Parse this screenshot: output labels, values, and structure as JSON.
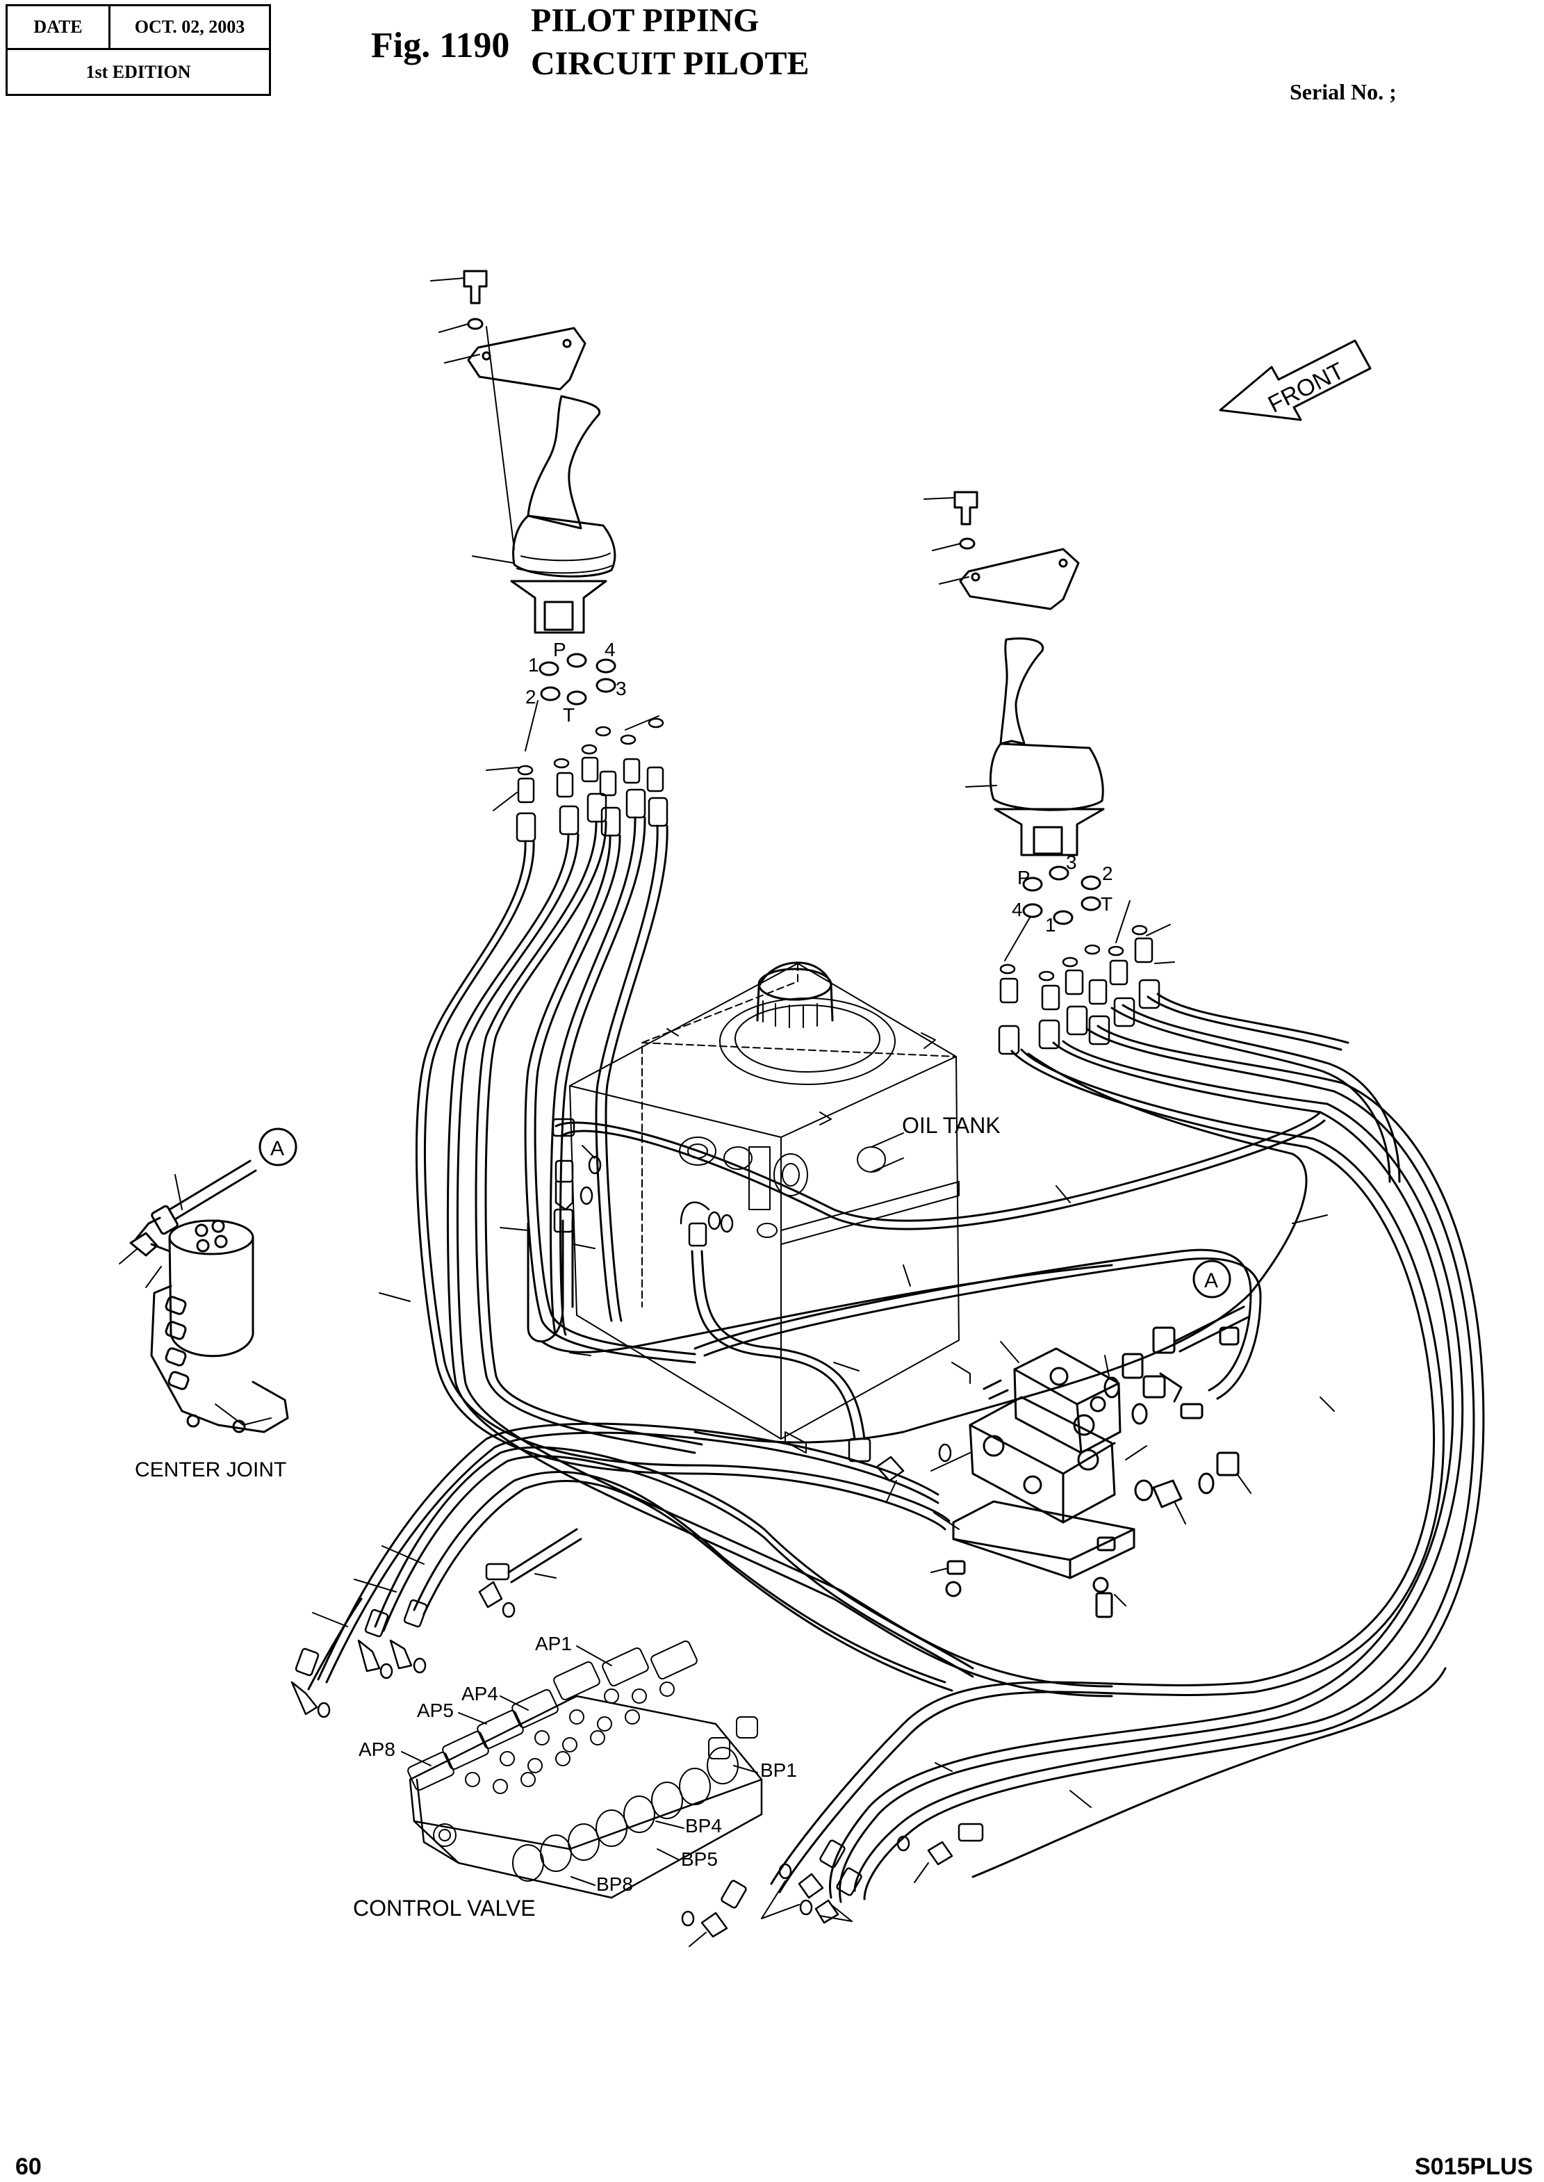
{
  "header": {
    "date_label": "DATE",
    "date_value": "OCT. 02, 2003",
    "edition": "1st EDITION",
    "fig_number": "Fig. 1190",
    "title_en": "PILOT PIPING",
    "title_fr": "CIRCUIT PILOTE",
    "serial": "Serial No. ;"
  },
  "footer": {
    "page": "60",
    "model": "S015PLUS"
  },
  "labels": {
    "front": "FRONT",
    "oil_tank": "OIL TANK",
    "center_joint": "CENTER JOINT",
    "control_valve": "CONTROL VALVE",
    "ref_a": "A",
    "ports_left": {
      "p1": "1",
      "pP": "P",
      "p4": "4",
      "p2": "2",
      "pT": "T",
      "p3": "3"
    },
    "ports_right": {
      "pP": "P",
      "p3": "3",
      "p2": "2",
      "p4": "4",
      "p1": "1",
      "pT": "T"
    },
    "ap1": "AP1",
    "ap4": "AP4",
    "ap5": "AP5",
    "ap8": "AP8",
    "bp1": "BP1",
    "bp4": "BP4",
    "bp5": "BP5",
    "bp8": "BP8"
  }
}
